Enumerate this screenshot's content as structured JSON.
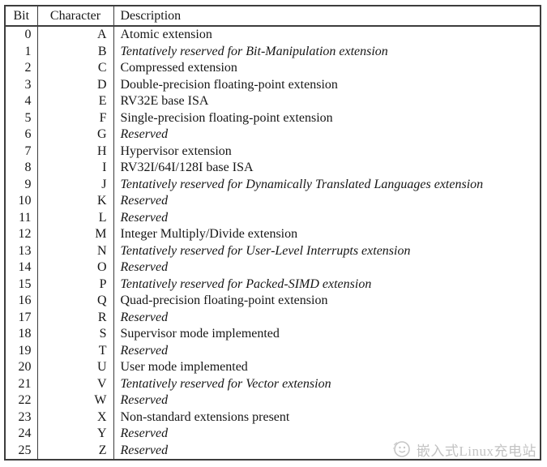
{
  "table": {
    "columns": [
      "Bit",
      "Character",
      "Description"
    ],
    "rows": [
      {
        "bit": "0",
        "char": "A",
        "desc": "Atomic extension",
        "italic": false
      },
      {
        "bit": "1",
        "char": "B",
        "desc": "Tentatively reserved for Bit-Manipulation extension",
        "italic": true
      },
      {
        "bit": "2",
        "char": "C",
        "desc": "Compressed extension",
        "italic": false
      },
      {
        "bit": "3",
        "char": "D",
        "desc": "Double-precision floating-point extension",
        "italic": false
      },
      {
        "bit": "4",
        "char": "E",
        "desc": "RV32E base ISA",
        "italic": false
      },
      {
        "bit": "5",
        "char": "F",
        "desc": "Single-precision floating-point extension",
        "italic": false
      },
      {
        "bit": "6",
        "char": "G",
        "desc": "Reserved",
        "italic": true
      },
      {
        "bit": "7",
        "char": "H",
        "desc": "Hypervisor extension",
        "italic": false
      },
      {
        "bit": "8",
        "char": "I",
        "desc": "RV32I/64I/128I base ISA",
        "italic": false
      },
      {
        "bit": "9",
        "char": "J",
        "desc": "Tentatively reserved for Dynamically Translated Languages extension",
        "italic": true
      },
      {
        "bit": "10",
        "char": "K",
        "desc": "Reserved",
        "italic": true
      },
      {
        "bit": "11",
        "char": "L",
        "desc": "Reserved",
        "italic": true
      },
      {
        "bit": "12",
        "char": "M",
        "desc": "Integer Multiply/Divide extension",
        "italic": false
      },
      {
        "bit": "13",
        "char": "N",
        "desc": "Tentatively reserved for User-Level Interrupts extension",
        "italic": true
      },
      {
        "bit": "14",
        "char": "O",
        "desc": "Reserved",
        "italic": true
      },
      {
        "bit": "15",
        "char": "P",
        "desc": "Tentatively reserved for Packed-SIMD extension",
        "italic": true
      },
      {
        "bit": "16",
        "char": "Q",
        "desc": "Quad-precision floating-point extension",
        "italic": false
      },
      {
        "bit": "17",
        "char": "R",
        "desc": "Reserved",
        "italic": true
      },
      {
        "bit": "18",
        "char": "S",
        "desc": "Supervisor mode implemented",
        "italic": false
      },
      {
        "bit": "19",
        "char": "T",
        "desc": "Reserved",
        "italic": true
      },
      {
        "bit": "20",
        "char": "U",
        "desc": "User mode implemented",
        "italic": false
      },
      {
        "bit": "21",
        "char": "V",
        "desc": "Tentatively reserved for Vector extension",
        "italic": true
      },
      {
        "bit": "22",
        "char": "W",
        "desc": "Reserved",
        "italic": true
      },
      {
        "bit": "23",
        "char": "X",
        "desc": "Non-standard extensions present",
        "italic": false
      },
      {
        "bit": "24",
        "char": "Y",
        "desc": "Reserved",
        "italic": true
      },
      {
        "bit": "25",
        "char": "Z",
        "desc": "Reserved",
        "italic": true
      }
    ]
  },
  "watermark": {
    "text": "嵌入式Linux充电站"
  },
  "colors": {
    "border": "#3d3d3d",
    "text": "#161616",
    "watermark": "#c3c3c3",
    "background": "#ffffff"
  }
}
